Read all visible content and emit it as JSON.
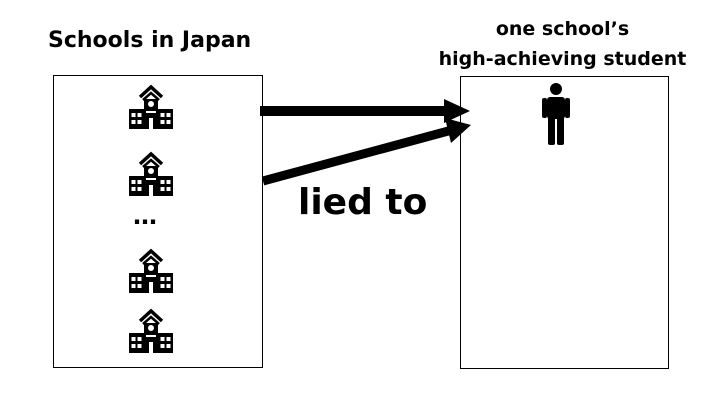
{
  "left_title": "Schools in Japan",
  "right_title_line1": "one school’s",
  "right_title_line2": "high-achieving student",
  "ellipsis": "…",
  "arrow_label": "lied to",
  "icons": {
    "school": "school-building-icon",
    "person": "person-icon"
  }
}
